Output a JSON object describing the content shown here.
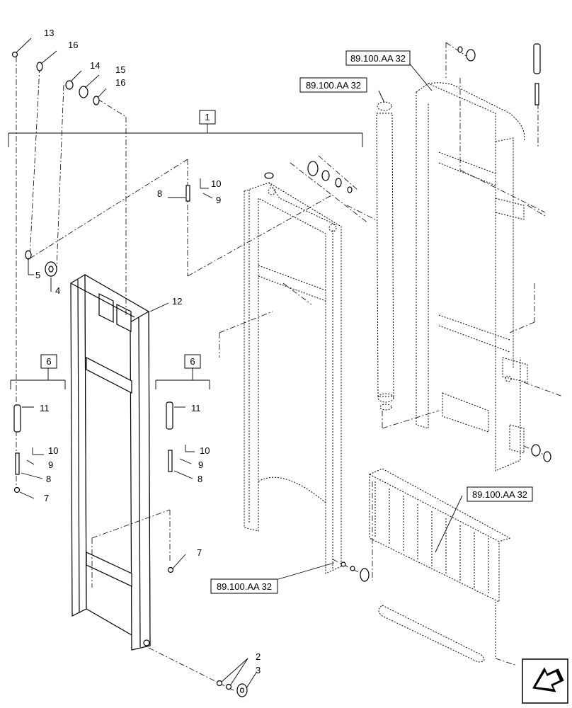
{
  "callouts": {
    "c1": "1",
    "c2": "2",
    "c3": "3",
    "c4": "4",
    "c5": "5",
    "c6a": "6",
    "c6b": "6",
    "c7a": "7",
    "c7b": "7",
    "c8a": "8",
    "c8b": "8",
    "c8c": "8",
    "c9a": "9",
    "c9b": "9",
    "c9c": "9",
    "c10a": "10",
    "c10b": "10",
    "c10c": "10",
    "c11a": "11",
    "c11b": "11",
    "c12": "12",
    "c13": "13",
    "c14": "14",
    "c15": "15",
    "c16a": "16",
    "c16b": "16"
  },
  "references": {
    "ref_top_right": "89.100.AA 32",
    "ref_cylinder": "89.100.AA 32",
    "ref_backrest": "89.100.AA 32",
    "ref_inner_mast": "89.100.AA 32"
  },
  "icons": {
    "nav_arrow": "next-page-arrow-icon"
  }
}
